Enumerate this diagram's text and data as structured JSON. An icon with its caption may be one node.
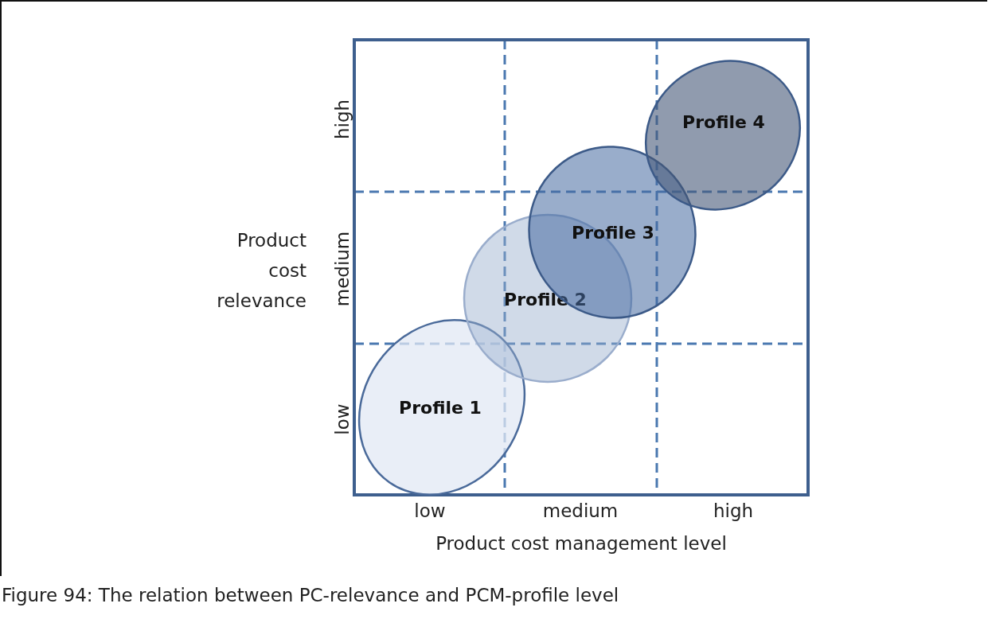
{
  "diagram": {
    "caption": "Figure 94: The relation between PC-relevance and PCM-profile level",
    "nodes": [
      {
        "text": [
          "Profile 1"
        ]
      },
      {
        "text": [
          "Profile 2"
        ]
      },
      {
        "text": [
          "Profile 3"
        ]
      },
      {
        "text": [
          "Profile 4"
        ]
      }
    ],
    "labels": [
      "high",
      "Product cost relevance",
      "medium",
      "low",
      "low",
      "medium",
      "high",
      "Product cost management level"
    ]
  }
}
